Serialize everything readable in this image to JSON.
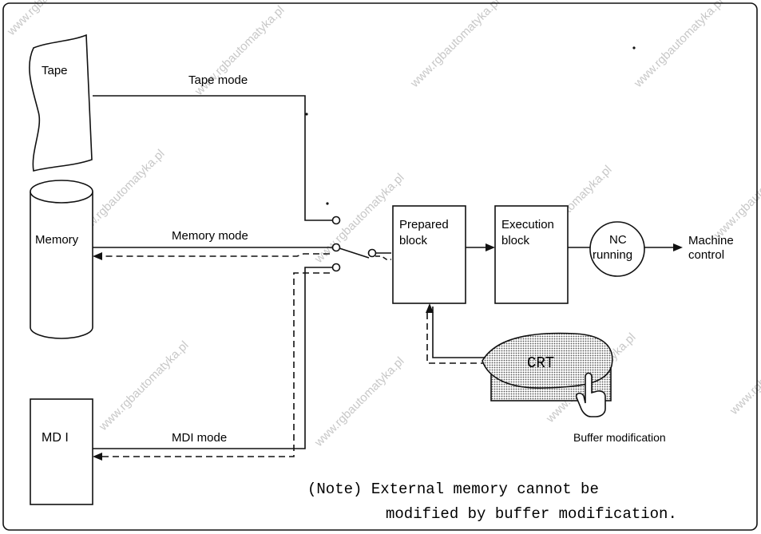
{
  "sources": {
    "tape": "Tape",
    "memory": "Memory",
    "mdi": "MD I"
  },
  "modes": {
    "tape": "Tape mode",
    "memory": "Memory mode",
    "mdi": "MDI mode"
  },
  "blocks": {
    "prepared_line1": "Prepared",
    "prepared_line2": "block",
    "execution_line1": "Execution",
    "execution_line2": "block",
    "nc_line1": "NC",
    "nc_line2": "running",
    "machine_line1": "Machine",
    "machine_line2": "control"
  },
  "crt": {
    "label": "CRT",
    "caption": "Buffer modification"
  },
  "note": {
    "line1": "(Note) External memory cannot be",
    "line2": "modified by buffer modification."
  },
  "watermark": "www.rgbautomatyka.pl"
}
